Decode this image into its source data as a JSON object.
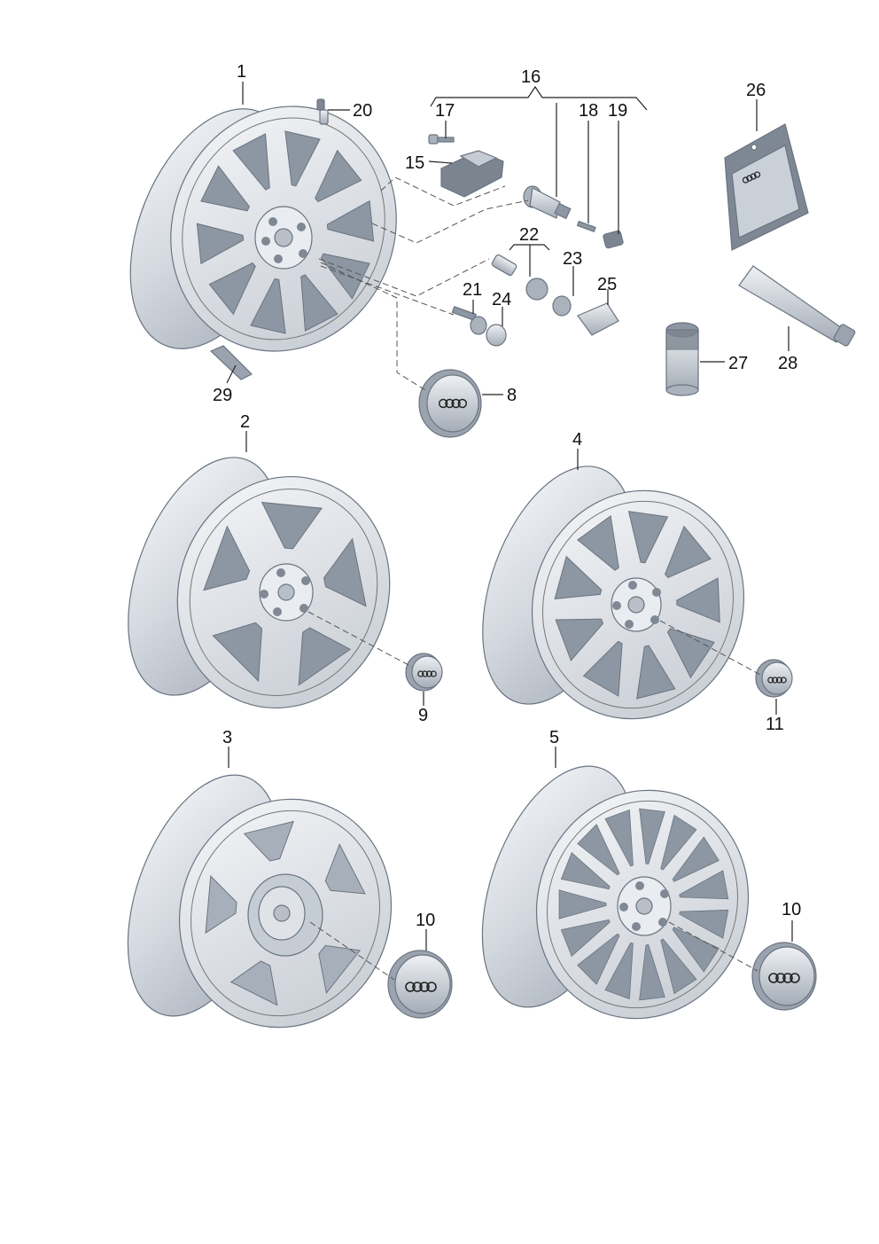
{
  "callouts": {
    "c1": "1",
    "c2": "2",
    "c3": "3",
    "c4": "4",
    "c5": "5",
    "c8": "8",
    "c9": "9",
    "c10a": "10",
    "c10b": "10",
    "c11": "11",
    "c15": "15",
    "c16": "16",
    "c17": "17",
    "c18": "18",
    "c19": "19",
    "c20": "20",
    "c21": "21",
    "c22": "22",
    "c23": "23",
    "c24": "24",
    "c25": "25",
    "c26": "26",
    "c27": "27",
    "c28": "28",
    "c29": "29"
  },
  "colors": {
    "part_fill": "#d6dbe2",
    "part_light": "#eef1f5",
    "part_dark": "#9aa3ae",
    "window_fill": "#8d97a3",
    "line": "#222222"
  },
  "icons": {
    "logo": "four-rings-logo"
  }
}
